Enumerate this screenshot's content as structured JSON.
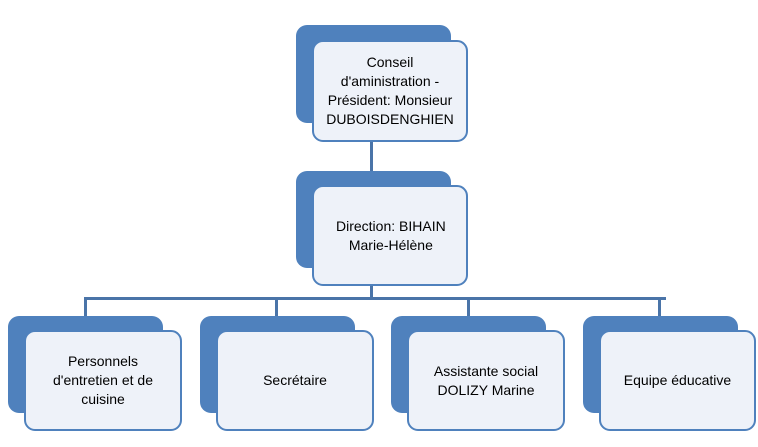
{
  "org_chart": {
    "nodes": [
      {
        "id": "conseil",
        "label": "Conseil\nd'aministration -\nPrésident: Monsieur\nDUBOISDENGHIEN"
      },
      {
        "id": "direction",
        "label": "Direction: BIHAIN\nMarie-Hélène"
      },
      {
        "id": "personnels",
        "label": "Personnels\nd'entretien et de\ncuisine"
      },
      {
        "id": "secretaire",
        "label": "Secrétaire"
      },
      {
        "id": "assistante",
        "label": "Assistante social\nDOLIZY Marine"
      },
      {
        "id": "equipe",
        "label": "Equipe éducative"
      }
    ],
    "edges": [
      {
        "from": "conseil",
        "to": "direction"
      },
      {
        "from": "direction",
        "to": "personnels"
      },
      {
        "from": "direction",
        "to": "secretaire"
      },
      {
        "from": "direction",
        "to": "assistante"
      },
      {
        "from": "direction",
        "to": "equipe"
      }
    ],
    "colors": {
      "accent": "#4f81bd",
      "box_fill": "#eef2f9",
      "line": "#4a74a8"
    }
  }
}
